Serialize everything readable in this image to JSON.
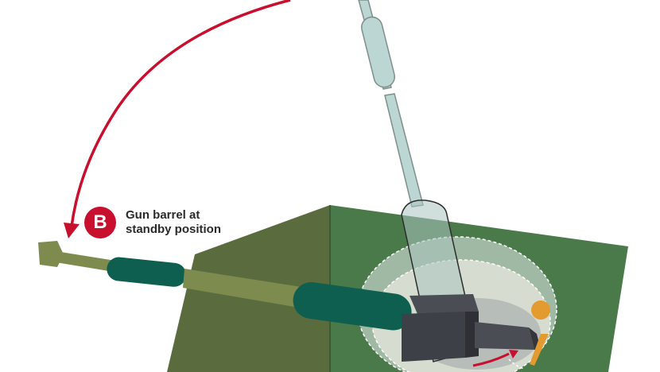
{
  "label": {
    "letter": "B",
    "line1": "Gun barrel at",
    "line2": "standby position"
  },
  "colors": {
    "accent_red": "#c8102e",
    "hull_dark": "#5a6b3e",
    "hull_top": "#4a7a4a",
    "barrel_olive": "#7d8c4e",
    "barrel_teal": "#0e5f4f",
    "upright_barrel": "#bcd6d3",
    "mount_gray": "#4a4d53",
    "turret_ring": "#d6dccf",
    "pivot_orange": "#e39a2e"
  },
  "icons": {
    "motion_arrow": "curved-arrow-icon",
    "pivot": "pivot-pin-icon"
  }
}
